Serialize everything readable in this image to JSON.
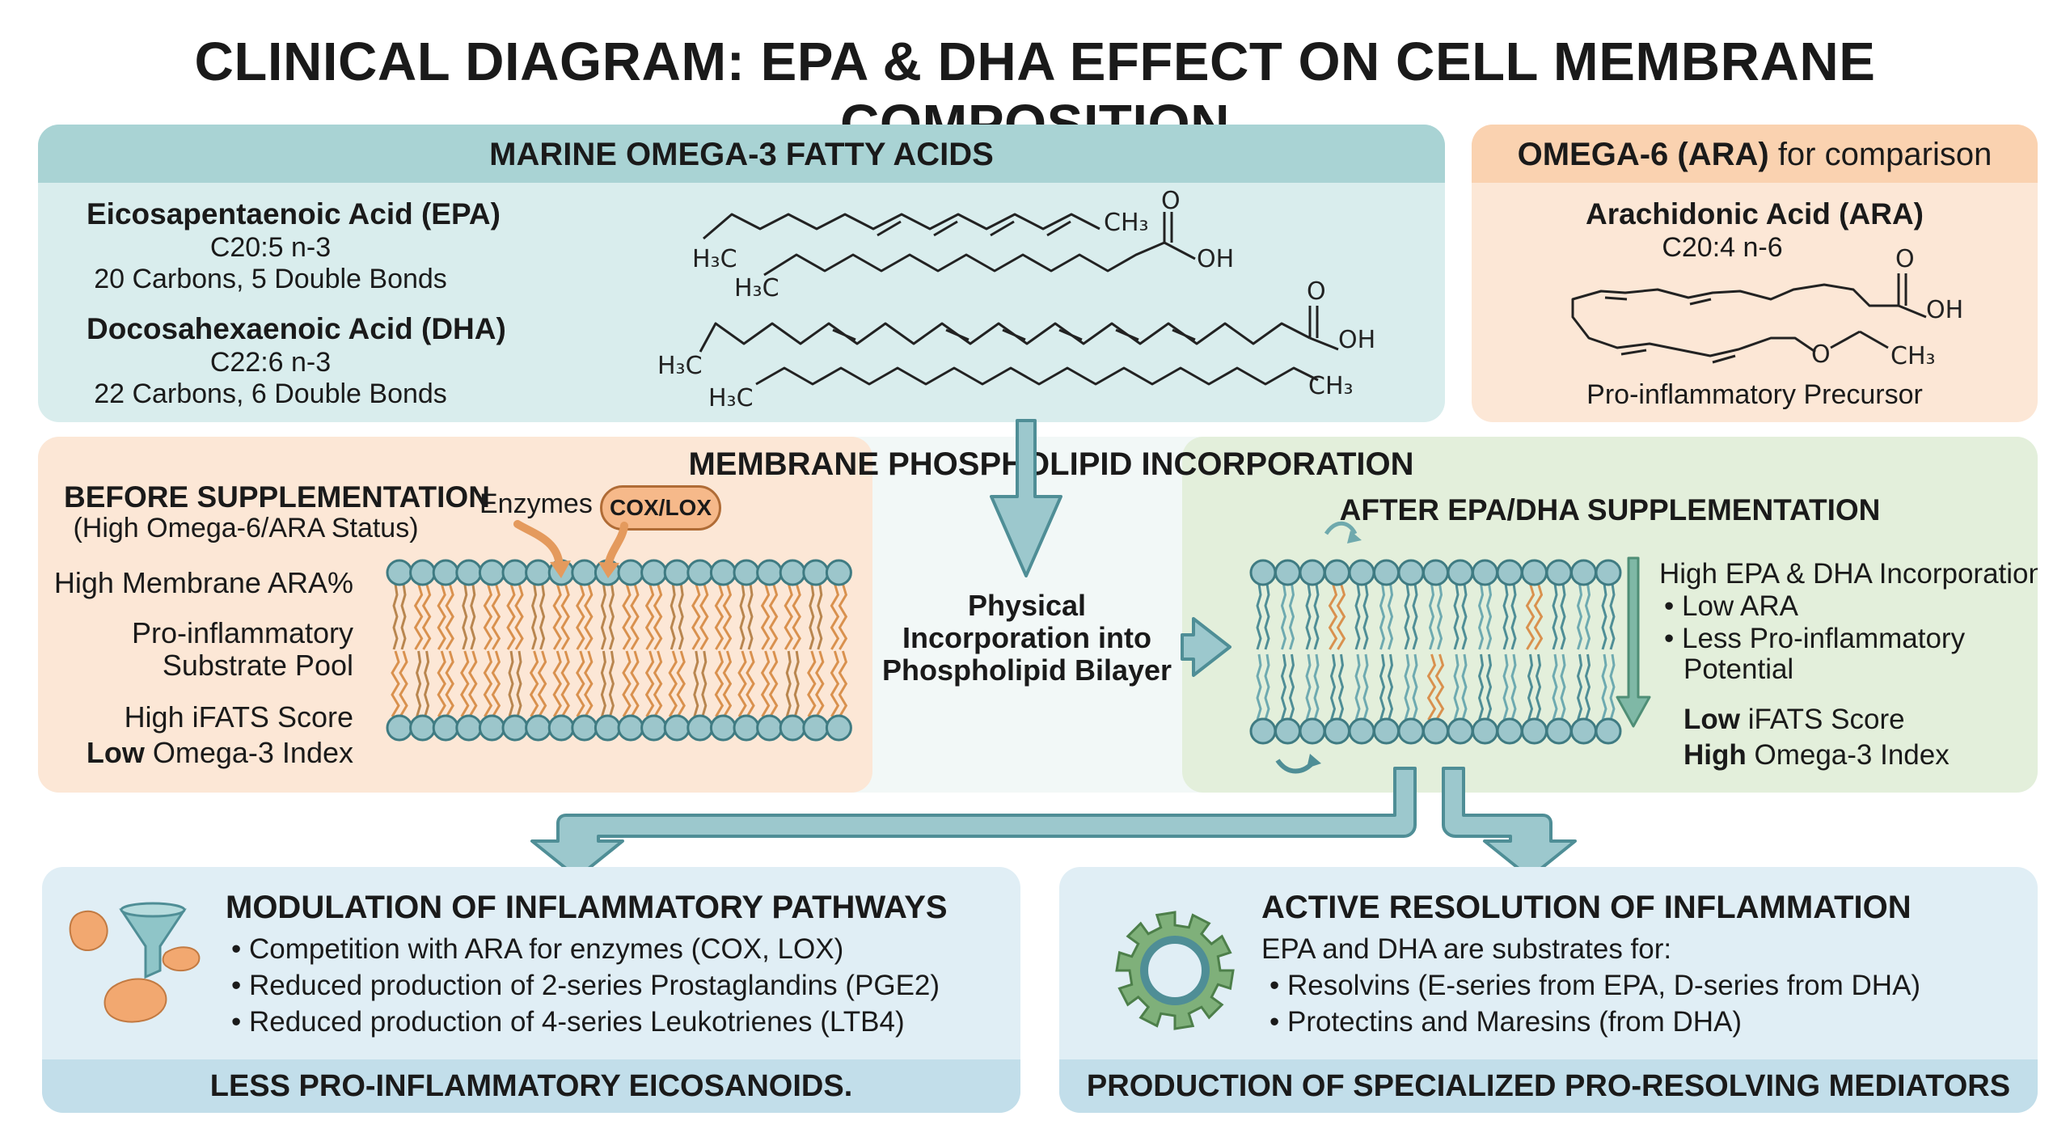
{
  "title": "CLINICAL DIAGRAM: EPA & DHA EFFECT ON CELL MEMBRANE COMPOSITION",
  "omega3": {
    "header": "MARINE OMEGA-3 FATTY ACIDS",
    "epa": {
      "name": "Eicosapentaenoic Acid (EPA)",
      "formula": "C20:5 n-3",
      "desc": "20 Carbons, 5 Double Bonds"
    },
    "dha": {
      "name": "Docosahexaenoic Acid (DHA)",
      "formula": "C22:6 n-3",
      "desc": "22 Carbons, 6 Double Bonds"
    }
  },
  "omega6": {
    "header_bold": "OMEGA-6 (ARA)",
    "header_rest": " for comparison",
    "name": "Arachidonic Acid (ARA)",
    "formula": "C20:4 n-6",
    "caption": "Pro-inflammatory Precursor"
  },
  "chem_labels": {
    "ch3": "CH₃",
    "h3c": "H₃C",
    "o": "O",
    "oh": "OH"
  },
  "incorporation": {
    "header": "MEMBRANE PHOSPHOLIPID INCORPORATION",
    "arrow_label": [
      "Physical",
      "Incorporation into",
      "Phospholipid Bilayer"
    ]
  },
  "before": {
    "title": "BEFORE SUPPLEMENTATION",
    "subtitle": "(High Omega-6/ARA Status)",
    "enzymes_label": "Enzymes",
    "enzyme_badge": "COX/LOX",
    "line1": "High Membrane ARA%",
    "line2a": "Pro-inflammatory",
    "line2b": "Substrate Pool",
    "line3": "High iFATS Score",
    "line4_bold": "Low",
    "line4_rest": " Omega-3 Index"
  },
  "after": {
    "title": "AFTER EPA/DHA SUPPLEMENTATION",
    "line1": "High EPA & DHA Incorporation,",
    "bullet1": "• Low ARA",
    "bullet2a": "• Less Pro-inflammatory",
    "bullet2b": "Potential",
    "line3_bold": "Low",
    "line3_rest": " iFATS Score",
    "line4_bold": "High",
    "line4_rest": " Omega-3 Index"
  },
  "modulation": {
    "title": "MODULATION OF INFLAMMATORY PATHWAYS",
    "items": [
      "• Competition with ARA for enzymes (COX, LOX)",
      "• Reduced production of 2-series Prostaglandins (PGE2)",
      "• Reduced production of 4-series Leukotrienes (LTB4)"
    ],
    "footer": "LESS PRO-INFLAMMATORY EICOSANOIDS."
  },
  "resolution": {
    "title": "ACTIVE RESOLUTION OF INFLAMMATION",
    "intro": "EPA and DHA are substrates for:",
    "items": [
      "• Resolvins (E-series from EPA, D-series from DHA)",
      "• Protectins and Maresins (from DHA)"
    ],
    "footer": "PRODUCTION OF SPECIALIZED PRO-RESOLVING MEDIATORS (SPMs)"
  },
  "colors": {
    "teal_panel": "#d9eded",
    "teal_header": "#a9d3d4",
    "orange_panel": "#fce7d6",
    "orange_header": "#fad2b0",
    "green_panel": "#e3efdb",
    "blue_panel": "#e0eef5",
    "blue_footer": "#c2deea",
    "arrow": "#9cc8cd",
    "head": "#9cc6cb",
    "ara_tail": "#d9914e"
  }
}
